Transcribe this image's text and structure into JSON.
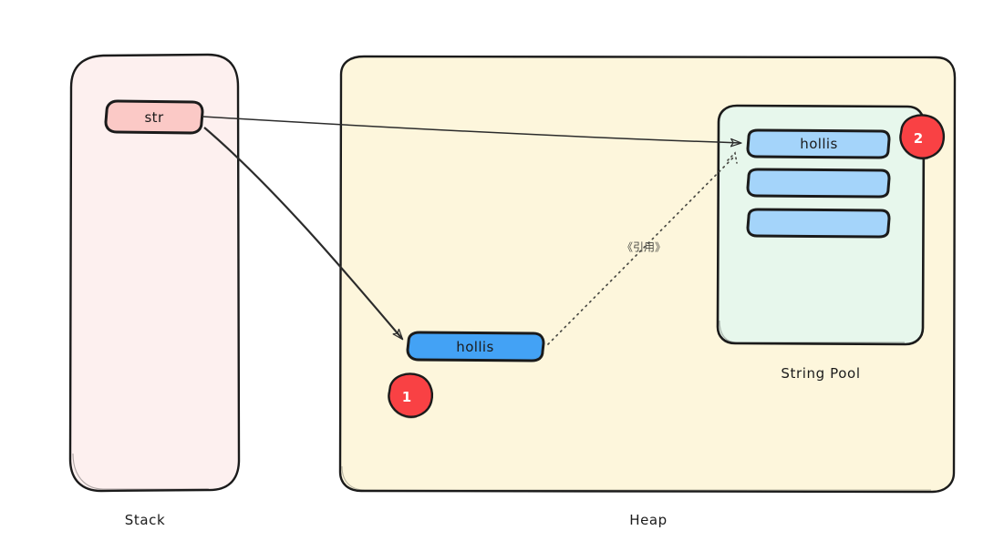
{
  "diagram": {
    "title_regions": {
      "stack_label": "Stack",
      "heap_label": "Heap",
      "string_pool_label": "String Pool"
    },
    "stack": {
      "name": "Stack",
      "fill": "#fdf0ef",
      "stroke": "#1b1b1b",
      "variables": [
        {
          "label": "str",
          "fill": "#fbc9c6",
          "stroke": "#1b1b1b"
        }
      ]
    },
    "heap": {
      "name": "Heap",
      "fill": "#fdf6dc",
      "stroke": "#1b1b1b",
      "objects": [
        {
          "label": "hollis",
          "fill": "#43a2f5",
          "stroke": "#1b1b1b",
          "badge": "1"
        }
      ],
      "string_pool": {
        "name": "String Pool",
        "fill": "#e7f7ec",
        "stroke": "#1b1b1b",
        "badge": "2",
        "entries": [
          {
            "label": "hollis",
            "fill": "#a4d4fa",
            "stroke": "#1b1b1b"
          },
          {
            "label": "",
            "fill": "#a4d4fa",
            "stroke": "#1b1b1b"
          },
          {
            "label": "",
            "fill": "#a4d4fa",
            "stroke": "#1b1b1b"
          }
        ]
      }
    },
    "badges": [
      {
        "id": "1",
        "text": "1",
        "fill": "#f94144",
        "text_color": "#ffffff"
      },
      {
        "id": "2",
        "text": "2",
        "fill": "#f94144",
        "text_color": "#ffffff"
      }
    ],
    "connections": [
      {
        "id": "str-to-pool",
        "from": "str",
        "to": "string-pool-hollis",
        "style": "solid-arrow",
        "label": ""
      },
      {
        "id": "str-to-heap",
        "from": "str",
        "to": "heap-hollis",
        "style": "solid-arrow",
        "label": ""
      },
      {
        "id": "heap-to-pool",
        "from": "heap-hollis",
        "to": "string-pool-hollis",
        "style": "dotted",
        "label": "《引用》"
      }
    ],
    "colors": {
      "stroke": "#1b1b1b",
      "heap_fill": "#fdf6dc",
      "stack_fill": "#fdf0ef",
      "pool_fill": "#e7f7ec",
      "var_fill": "#fbc9c6",
      "obj_fill": "#43a2f5",
      "pool_entry_fill": "#a4d4fa",
      "badge_fill": "#f94144",
      "background": "#ffffff"
    }
  }
}
